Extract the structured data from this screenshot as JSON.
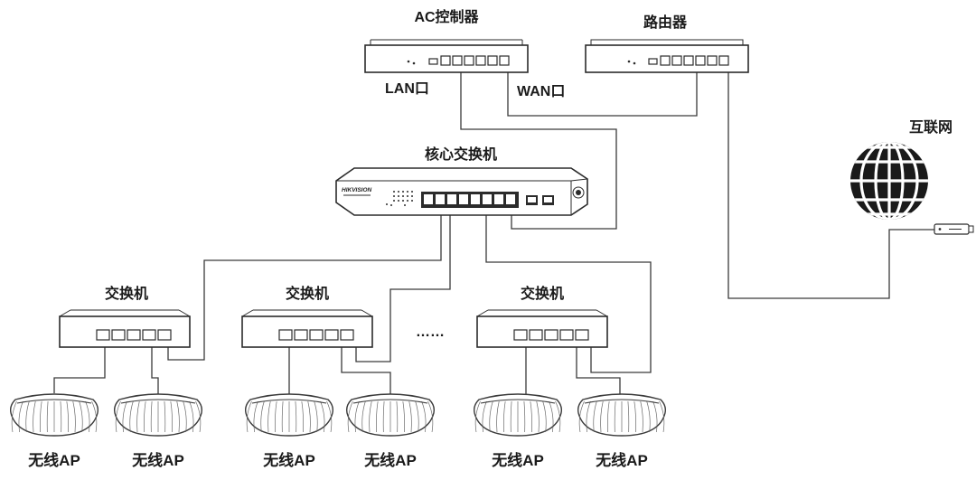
{
  "labels": {
    "ac_controller": "AC控制器",
    "router": "路由器",
    "lan_port": "LAN口",
    "wan_port": "WAN口",
    "core_switch": "核心交换机",
    "internet": "互联网",
    "switch_1": "交换机",
    "switch_2": "交换机",
    "switch_3": "交换机",
    "ellipsis": "……",
    "ap_1": "无线AP",
    "ap_2": "无线AP",
    "ap_3": "无线AP",
    "ap_4": "无线AP",
    "ap_5": "无线AP",
    "ap_6": "无线AP"
  },
  "brand_logo": "HIKVISION",
  "icons": {
    "internet": "globe-icon",
    "modem": "fiber-modem-icon",
    "access_point": "ceiling-ap-icon"
  }
}
